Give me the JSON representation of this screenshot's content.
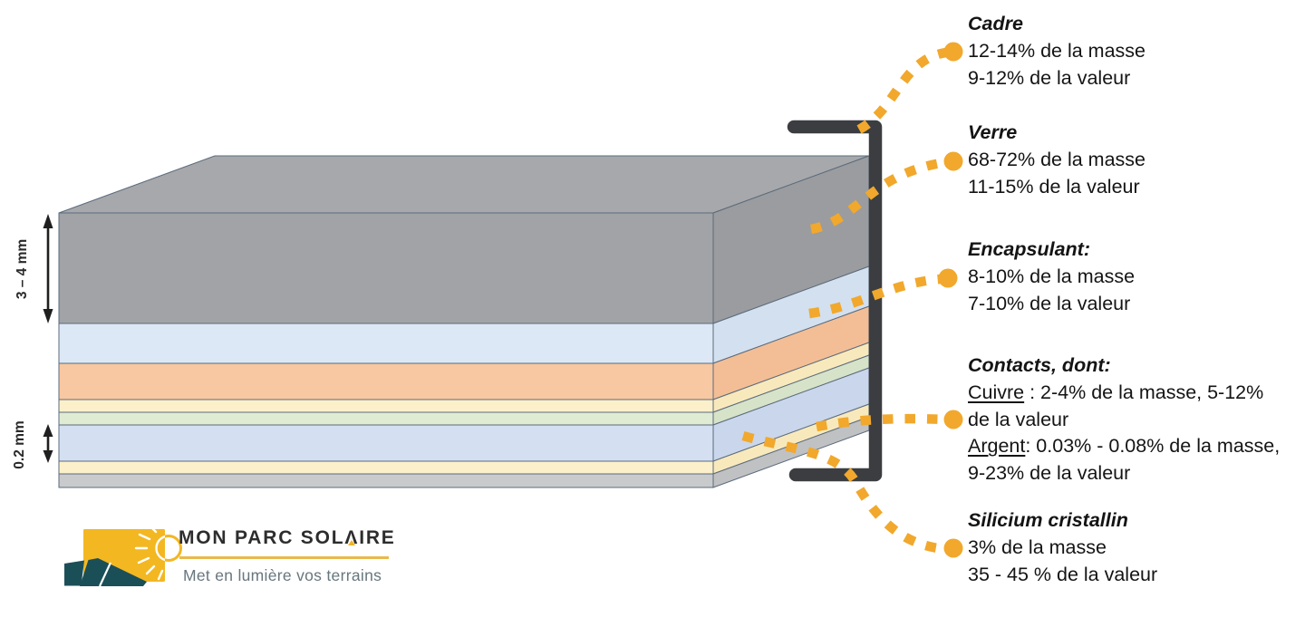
{
  "accent": {
    "dotted_line": "#F1A82C",
    "frame": "#3B3D40",
    "outline": "#5B6B7C"
  },
  "panel": {
    "top_color": "#A7A8AB",
    "layer_colors": [
      "#A1A3A6",
      "#DCE8F6",
      "#F7C8A2",
      "#FCF0CA",
      "#DFEBD3",
      "#D4DFF2",
      "#FCF0CA",
      "#C9CACC"
    ],
    "layer_side_colors": [
      "#9A9C9F",
      "#D3E0EF",
      "#F3BE95",
      "#F8E9BC",
      "#D6E3C8",
      "#CAD6EB",
      "#F8E9BC",
      "#C0C1C3"
    ]
  },
  "dimensions": {
    "glass": "3 – 4 mm",
    "cell": "0.2 mm"
  },
  "labels": {
    "cadre": {
      "title": "Cadre",
      "lines": [
        "12-14% de la masse",
        "9-12% de la valeur"
      ]
    },
    "verre": {
      "title": "Verre",
      "lines": [
        "68-72% de la masse",
        "11-15% de la valeur"
      ]
    },
    "encapsulant": {
      "title": "Encapsulant:",
      "lines": [
        "8-10% de la masse",
        "7-10% de la valeur"
      ]
    },
    "contacts": {
      "title": "Contacts, dont:",
      "cuivre_term": "Cuivre",
      "cuivre_rest": " : 2-4% de la masse, 5-12%",
      "cuivre_cont": "de la valeur",
      "argent_term": "Argent",
      "argent_rest": ": 0.03% - 0.08% de la masse,",
      "argent_cont": "9-23% de la valeur"
    },
    "silicium": {
      "title": "Silicium cristallin",
      "lines": [
        "3% de la masse",
        "35 - 45 % de la valeur"
      ]
    }
  },
  "logo": {
    "brand_pre": "MON PARC SOL",
    "brand_caret": "Λ",
    "brand_post": "IRE",
    "tagline": "Met en lumière vos terrains",
    "sun_color": "#F3B722",
    "panel_color": "#1B4F58"
  }
}
